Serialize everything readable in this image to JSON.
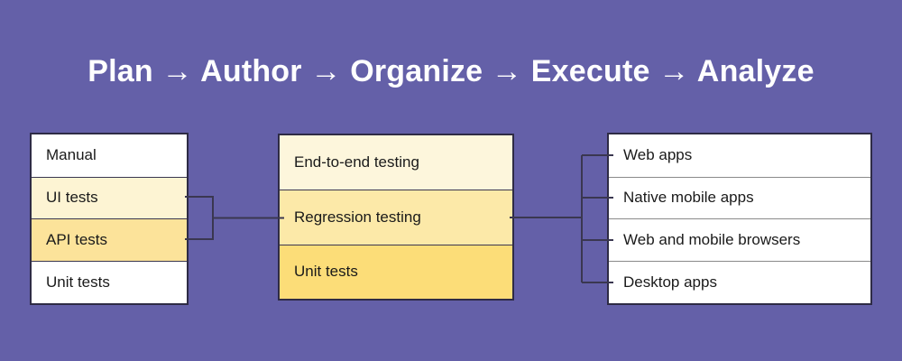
{
  "diagram": {
    "title": "Plan → Author → Organize → Execute → Analyze",
    "background_color": "#6460a8",
    "title_color": "#ffffff",
    "border_color": "#2e2b45",
    "connector_color": "#3a3750",
    "groups": [
      {
        "name": "test-types",
        "rows": [
          {
            "label": "Manual",
            "fill": "#ffffff"
          },
          {
            "label": "UI tests",
            "fill": "#fdf4d3"
          },
          {
            "label": "API tests",
            "fill": "#fce39a"
          },
          {
            "label": "Unit tests",
            "fill": "#ffffff"
          }
        ]
      },
      {
        "name": "test-levels",
        "rows": [
          {
            "label": "End-to-end testing",
            "fill": "#fdf6dc"
          },
          {
            "label": "Regression testing",
            "fill": "#fce9a8"
          },
          {
            "label": "Unit tests",
            "fill": "#fcdd78"
          }
        ]
      },
      {
        "name": "platforms",
        "rows": [
          {
            "label": "Web apps",
            "fill": "#ffffff"
          },
          {
            "label": "Native mobile apps",
            "fill": "#ffffff"
          },
          {
            "label": "Web and mobile browsers",
            "fill": "#ffffff"
          },
          {
            "label": "Desktop apps",
            "fill": "#ffffff"
          }
        ]
      }
    ]
  }
}
